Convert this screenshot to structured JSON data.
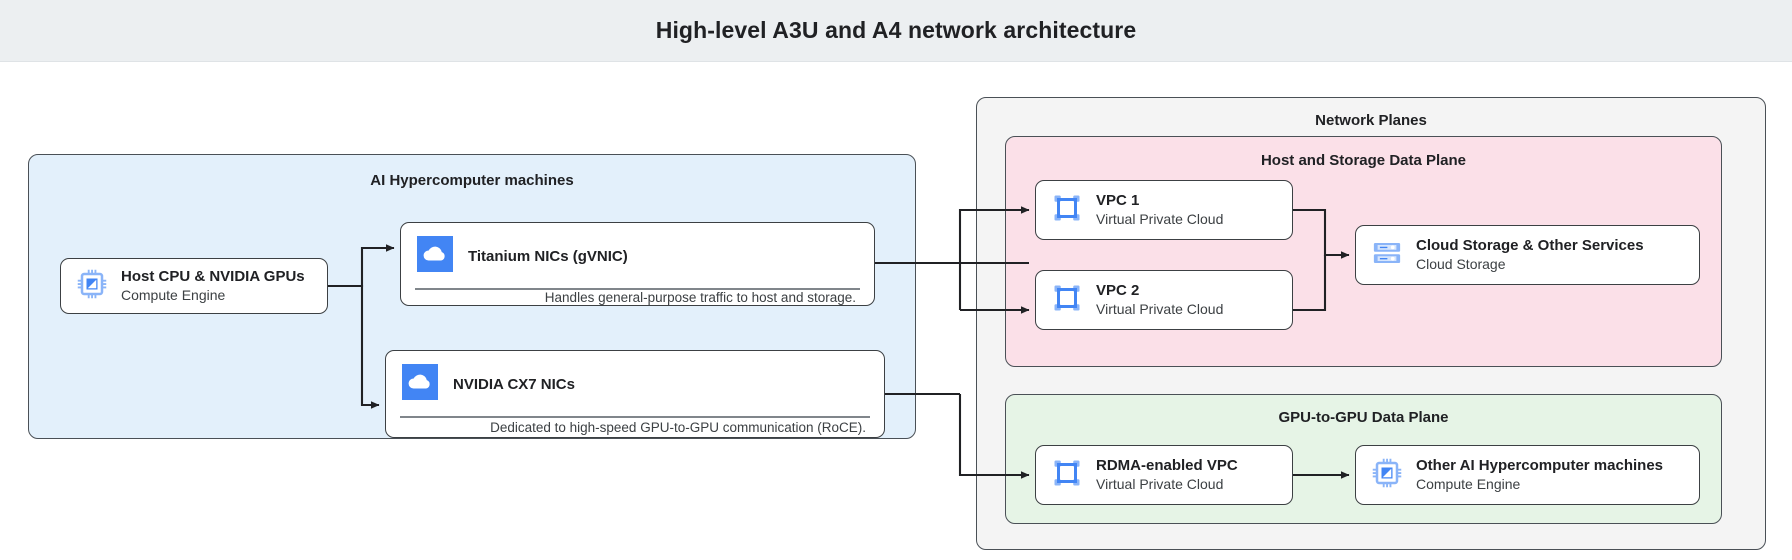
{
  "header": {
    "title": "High-level A3U and A4 network architecture"
  },
  "groups": {
    "ai_machines": {
      "label": "AI Hypercomputer machines"
    },
    "network_planes": {
      "label": "Network Planes"
    },
    "host_storage_plane": {
      "label": "Host and Storage Data Plane"
    },
    "gpu_plane": {
      "label": "GPU-to-GPU Data Plane"
    }
  },
  "nodes": {
    "host_cpu": {
      "title": "Host CPU & NVIDIA GPUs",
      "subtitle": "Compute Engine",
      "icon": "compute-engine-chip-icon"
    },
    "titanium_nics": {
      "title": "Titanium NICs (gVNIC)",
      "note": "Handles general-purpose traffic to host and storage.",
      "icon": "cloud-icon"
    },
    "cx7_nics": {
      "title": "NVIDIA CX7 NICs",
      "note": "Dedicated to high-speed GPU-to-GPU communication (RoCE).",
      "icon": "cloud-icon"
    },
    "vpc1": {
      "title": "VPC 1",
      "subtitle": "Virtual Private Cloud",
      "icon": "vpc-icon"
    },
    "vpc2": {
      "title": "VPC 2",
      "subtitle": "Virtual Private Cloud",
      "icon": "vpc-icon"
    },
    "cloud_storage": {
      "title": "Cloud Storage & Other Services",
      "subtitle": "Cloud Storage",
      "icon": "cloud-storage-icon"
    },
    "rdma_vpc": {
      "title": "RDMA-enabled VPC",
      "subtitle": "Virtual Private Cloud",
      "icon": "vpc-icon"
    },
    "other_machines": {
      "title": "Other AI Hypercomputer machines",
      "subtitle": "Compute Engine",
      "icon": "compute-engine-chip-icon"
    }
  },
  "colors": {
    "title_bar_bg": "#eceff1",
    "ai_group_bg": "#e3f0fb",
    "planes_group_bg": "#f4f4f4",
    "host_plane_bg": "#fbe0e8",
    "gpu_plane_bg": "#e6f4e6",
    "icon_blue": "#4285f4",
    "icon_light_blue": "#8ab4f8",
    "border": "#3c4043",
    "connector": "#202124"
  }
}
